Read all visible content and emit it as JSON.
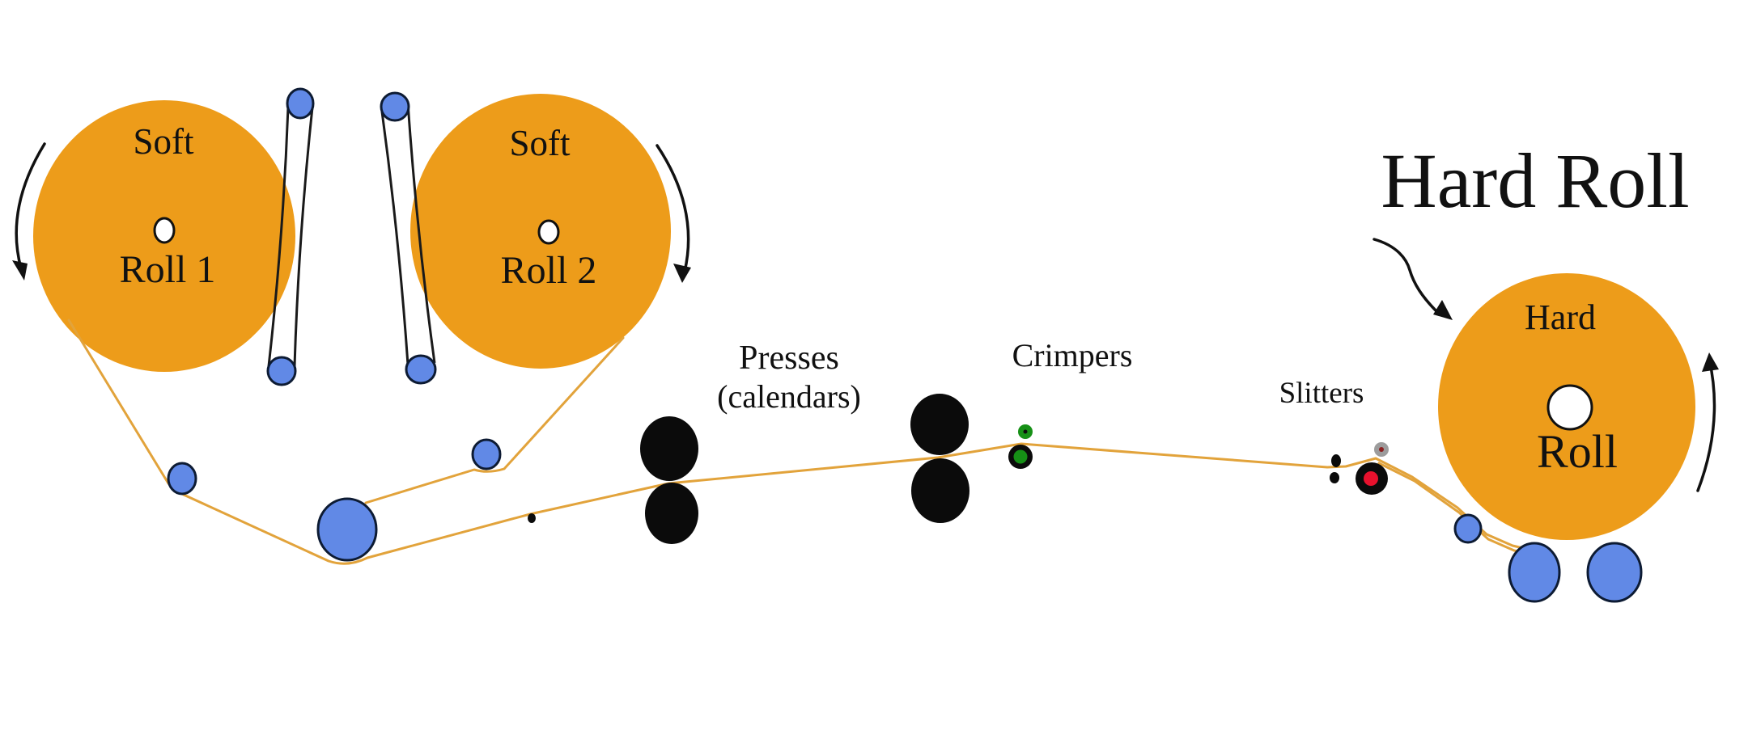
{
  "diagram": {
    "title": "Hard Roll",
    "soft_roll_1": {
      "label_top": "Soft",
      "label_bottom": "Roll 1"
    },
    "soft_roll_2": {
      "label_top": "Soft",
      "label_bottom": "Roll 2"
    },
    "hard_roll": {
      "label_top": "Hard",
      "label_bottom": "Roll"
    },
    "presses": {
      "label_line1": "Presses",
      "label_line2": "(calendars)"
    },
    "crimpers_label": "Crimpers",
    "slitters_label": "Slitters"
  },
  "colors": {
    "roll_orange": "#ED9C1A",
    "roller_blue": "#6189E6",
    "web_line": "#E2A33B",
    "press_black": "#0B0B0B",
    "crimper_green": "#169016",
    "crimpers_text_green": "#008000",
    "slitter_red": "#E8112D",
    "slitters_text_red": "#DC143C",
    "slitter_gray": "#9C9C9C",
    "text_black": "#111111"
  }
}
